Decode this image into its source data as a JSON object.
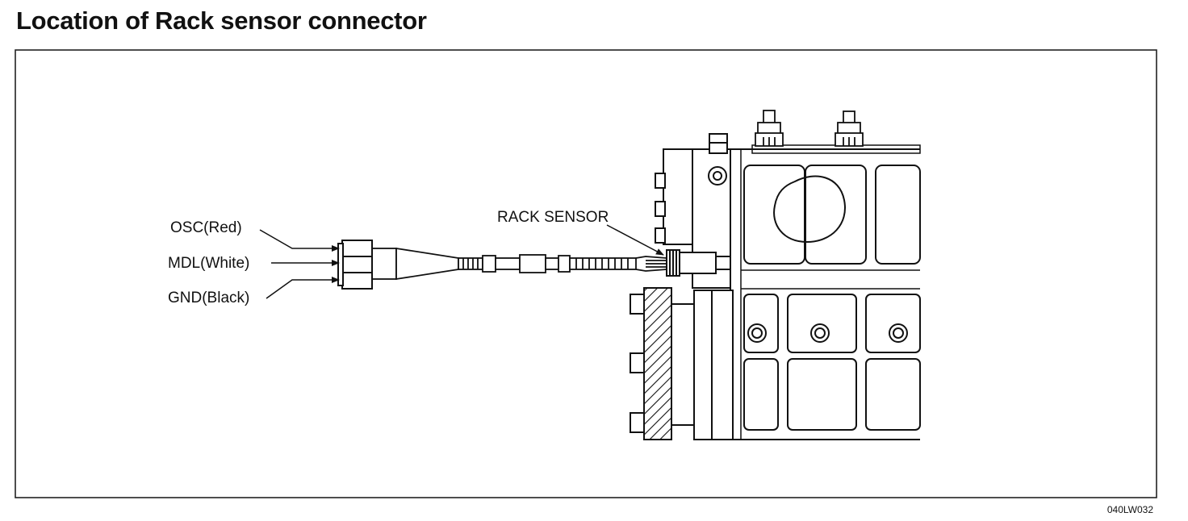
{
  "title": "Location of Rack sensor connector",
  "labels": {
    "osc": "OSC(Red)",
    "mdl": "MDL(White)",
    "gnd": "GND(Black)",
    "rack_sensor": "RACK SENSOR"
  },
  "figure_code": "040LW032",
  "colors": {
    "ink": "#111111",
    "paper": "#ffffff"
  }
}
